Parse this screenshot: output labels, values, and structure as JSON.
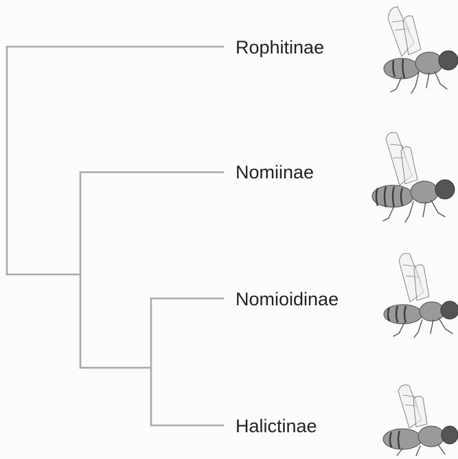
{
  "tree": {
    "taxa": [
      {
        "label": "Rophitinae",
        "icon": "rophitinae-bee-illustration"
      },
      {
        "label": "Nomiinae",
        "icon": "nomiinae-bee-illustration"
      },
      {
        "label": "Nomioidinae",
        "icon": "nomioidinae-bee-illustration"
      },
      {
        "label": "Halictinae",
        "icon": "halictinae-bee-illustration"
      }
    ],
    "topology": "(Rophitinae,(Nomiinae,(Nomioidinae,Halictinae)))"
  },
  "colors": {
    "background": "#fcfcfc",
    "branch": "#a8a8a8",
    "label": "#222222"
  }
}
